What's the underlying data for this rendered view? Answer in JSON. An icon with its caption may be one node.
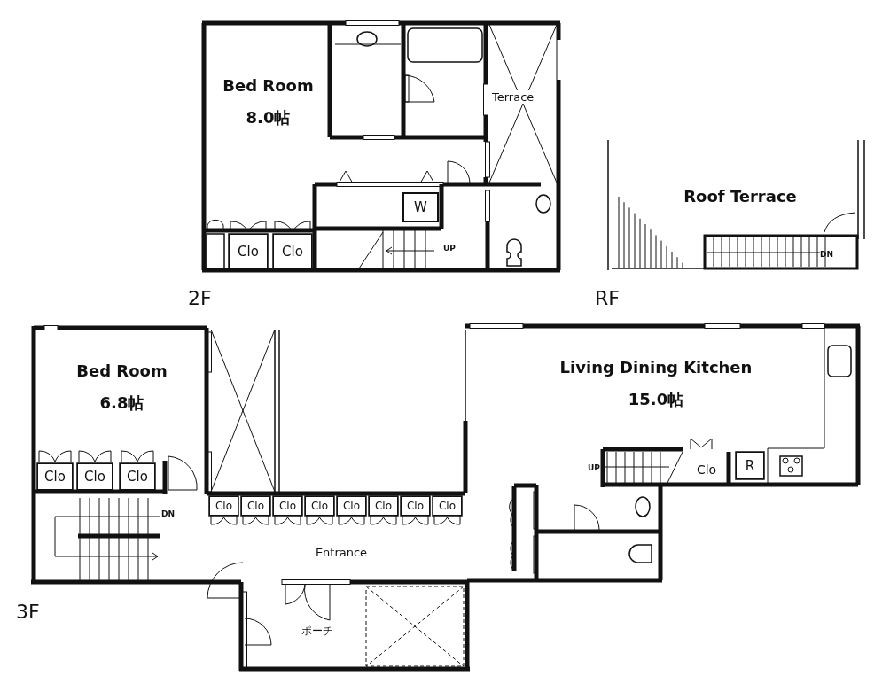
{
  "diagram": {
    "nodes": [
      {
        "text": [
          "Bed Room",
          "8.0帖"
        ]
      },
      {
        "text": [
          "Clo"
        ]
      },
      {
        "text": [
          "Clo"
        ]
      },
      {
        "text": [
          "W"
        ]
      },
      {
        "text": [
          "Terrace"
        ]
      },
      {
        "text": [
          "Roof Terrace"
        ]
      },
      {
        "text": [
          "Bed Room",
          "6.8帖"
        ]
      },
      {
        "text": [
          "Clo"
        ]
      },
      {
        "text": [
          "Clo"
        ]
      },
      {
        "text": [
          "Clo"
        ]
      },
      {
        "text": [
          "Clo"
        ]
      },
      {
        "text": [
          "Clo"
        ]
      },
      {
        "text": [
          "Clo"
        ]
      },
      {
        "text": [
          "Clo"
        ]
      },
      {
        "text": [
          "Clo"
        ]
      },
      {
        "text": [
          "Clo"
        ]
      },
      {
        "text": [
          "Clo"
        ]
      },
      {
        "text": [
          "Clo"
        ]
      },
      {
        "text": [
          "Living Dining Kitchen",
          "15.0帖"
        ]
      },
      {
        "text": [
          "Clo"
        ]
      },
      {
        "text": [
          "R"
        ]
      },
      {
        "text": [
          "Entrance"
        ]
      },
      {
        "text": [
          "ポーチ"
        ]
      }
    ],
    "labels": [
      "UP",
      "DN",
      "2F",
      "RF",
      "DN",
      "UP",
      "3F"
    ]
  }
}
